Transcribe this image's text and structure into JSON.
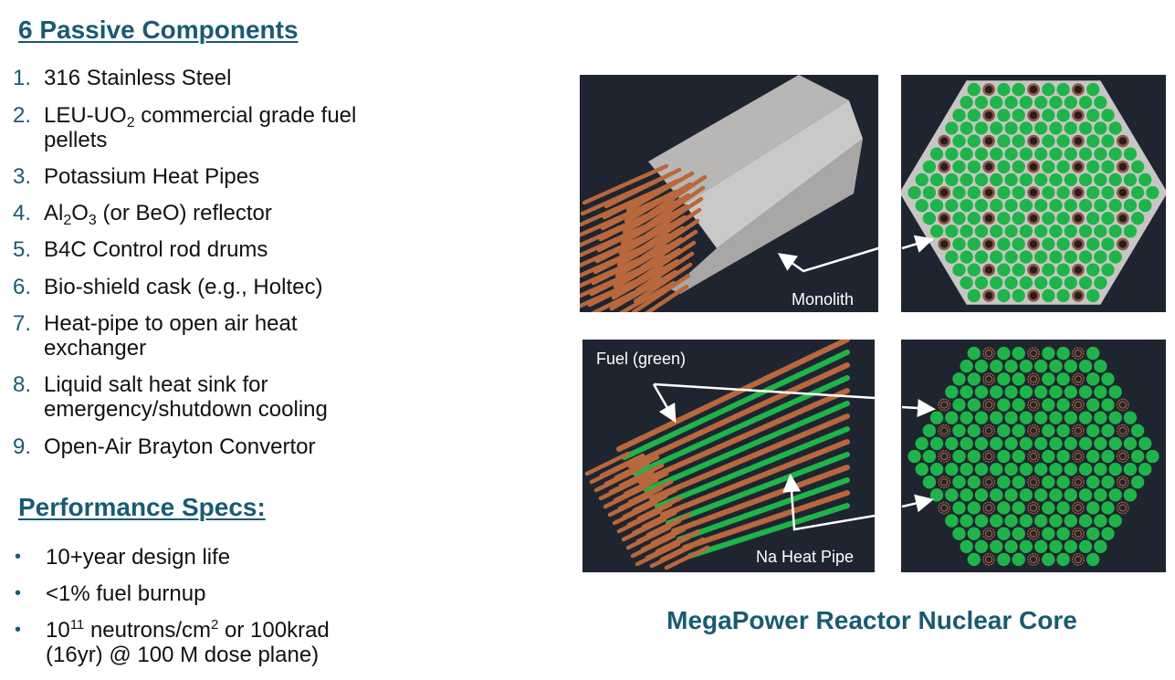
{
  "left": {
    "heading": "6 Passive Components",
    "items": [
      {
        "num": "1.",
        "text": "316 Stainless Steel"
      },
      {
        "num": "2.",
        "pre": "LEU-UO",
        "sub": "2",
        "post": " commercial grade fuel pellets"
      },
      {
        "num": "3.",
        "text": "Potassium Heat Pipes"
      },
      {
        "num": "4.",
        "a": "Al",
        "s1": "2",
        "b": "O",
        "s2": "3",
        "c": " (or BeO) reflector"
      },
      {
        "num": "5.",
        "text": "B4C Control rod drums"
      },
      {
        "num": "6.",
        "text": "Bio-shield cask (e.g., Holtec)"
      },
      {
        "num": "7.",
        "text": "Heat-pipe to open air heat exchanger"
      },
      {
        "num": "8.",
        "text": "Liquid salt heat sink for emergency/shutdown cooling"
      },
      {
        "num": "9.",
        "text": "Open-Air Brayton Convertor"
      }
    ],
    "specs_heading": "Performance Specs:",
    "bullet": "•",
    "specs": [
      {
        "text": "10+year design life"
      },
      {
        "text": "<1% fuel burnup"
      },
      {
        "a": "10",
        "sup1": "11",
        "b": " neutrons/cm",
        "sup2": "2",
        "c": " or 100krad (16yr) @ 100 M dose plane)"
      }
    ]
  },
  "figure": {
    "label_monolith": "Monolith",
    "label_fuel": "Fuel (green)",
    "label_heatpipe": "Na Heat Pipe",
    "caption": "MegaPower Reactor Nuclear Core",
    "colors": {
      "panel": "#1f2530",
      "fuel": "#1fb44a",
      "heatpipe": "#b8683c",
      "monolith": "#c8c6c4",
      "text": "#1a5a73"
    }
  }
}
